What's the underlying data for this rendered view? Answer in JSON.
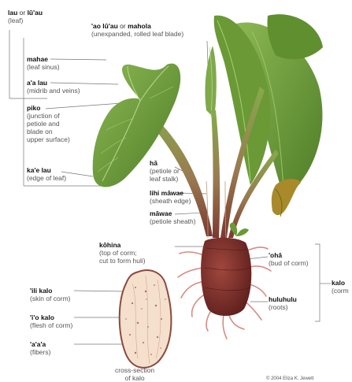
{
  "labels": {
    "lau": {
      "term": "lau",
      "conj": " or ",
      "term2": "lū'au",
      "desc": "(leaf)"
    },
    "aolau": {
      "term": "'ao lū'au",
      "conj": " or ",
      "term2": "mahola",
      "desc": "(unexpanded, rolled leaf blade)"
    },
    "mahae": {
      "term": "mahae",
      "desc": "(leaf sinus)"
    },
    "aalau": {
      "term": "a'a lau",
      "desc": "(midrib and veins)"
    },
    "piko": {
      "term": "piko",
      "desc": [
        "(junction of",
        "petiole and",
        "blade on",
        "upper surface)"
      ]
    },
    "kaelau": {
      "term": "ka'e lau",
      "desc": "(edge of leaf)"
    },
    "ha": {
      "term": "hā",
      "desc": [
        "(petiole or",
        "leaf stalk)"
      ]
    },
    "lihi": {
      "term": "lihi māwae",
      "desc": "(sheath edge)"
    },
    "mawae": {
      "term": "māwae",
      "desc": "(petiole sheath)"
    },
    "kohina": {
      "term": "kōhina",
      "desc": [
        "(top of corm;",
        "cut to form huli)"
      ]
    },
    "oha": {
      "term": "'ohā",
      "desc": "(bud of corm)"
    },
    "kalo": {
      "term": "kalo",
      "desc": "(corm"
    },
    "huluhulu": {
      "term": "huluhulu",
      "desc": "(roots)"
    },
    "ili": {
      "term": "'ili kalo",
      "desc": "(skin of corm)"
    },
    "io": {
      "term": "'i'o kalo",
      "desc": "(flesh of corm)"
    },
    "aaa": {
      "term": "'a'a'a",
      "desc": "(fibers)"
    },
    "cross": {
      "desc": [
        "cross-section",
        "of kalo"
      ]
    }
  },
  "copyright": "© 2004 Eliza K. Jewett",
  "colors": {
    "leaf": "#6e9e3c",
    "leaf_dark": "#4f7d27",
    "stalk": "#8a5a4a",
    "corm": "#7a2e2a",
    "root": "#d08080",
    "flesh": "#f3e2d2",
    "line": "#777777"
  }
}
